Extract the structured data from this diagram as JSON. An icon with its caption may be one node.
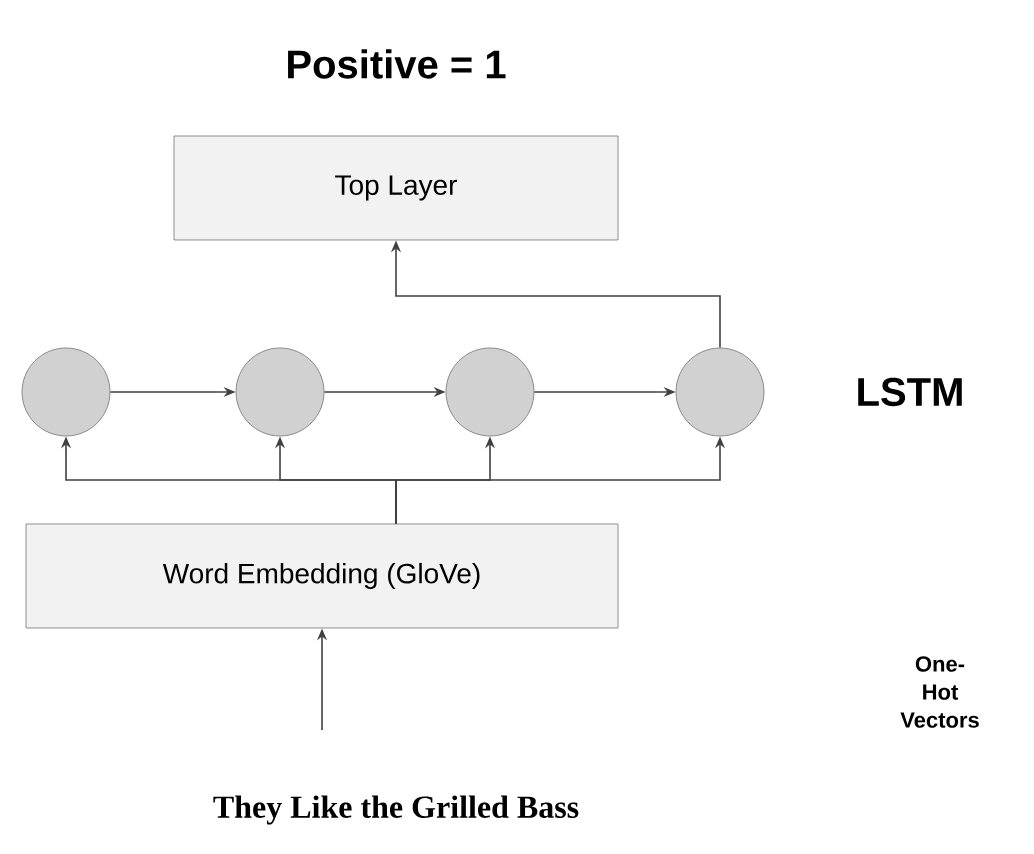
{
  "diagram": {
    "title": "Positive = 1",
    "nodes": [
      {
        "text": [
          "Top Layer"
        ]
      },
      {
        "text": [],
        "shape": "circle"
      },
      {
        "text": [],
        "shape": "circle"
      },
      {
        "text": [],
        "shape": "circle"
      },
      {
        "text": [],
        "shape": "circle"
      },
      {
        "text": [
          "Word Embedding (GloVe)"
        ]
      }
    ],
    "edges": [
      {
        "from": 1,
        "to": 2,
        "arrow": "to"
      },
      {
        "from": 2,
        "to": 3,
        "arrow": "to"
      },
      {
        "from": 3,
        "to": 4,
        "arrow": "to"
      },
      {
        "from": 4,
        "to": 0,
        "arrow": "to"
      },
      {
        "from": 5,
        "to": 1,
        "arrow": "to"
      },
      {
        "from": 5,
        "to": 2,
        "arrow": "to"
      },
      {
        "from": 5,
        "to": 3,
        "arrow": "to"
      },
      {
        "from": 5,
        "to": 4,
        "arrow": "to"
      },
      {
        "from": null,
        "to": 5,
        "arrow": "to"
      }
    ],
    "labels": [
      "LSTM",
      "One-Hot Vectors",
      "They Like the Grilled Bass"
    ]
  }
}
